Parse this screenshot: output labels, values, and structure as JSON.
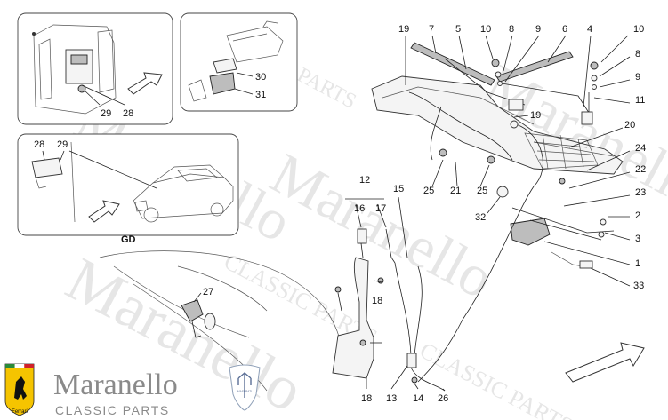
{
  "diagram": {
    "callouts": {
      "inset_a": [
        "29",
        "28"
      ],
      "inset_b": [
        "30",
        "31"
      ],
      "inset_c": [
        "28",
        "29"
      ],
      "top": [
        "19",
        "7",
        "5",
        "10",
        "8",
        "9",
        "6",
        "4",
        "10"
      ],
      "right": [
        "8",
        "9",
        "11",
        "20",
        "24",
        "22",
        "23",
        "2",
        "3",
        "1",
        "33"
      ],
      "mid": [
        "19",
        "25",
        "21",
        "25",
        "32"
      ],
      "reservoir": [
        "12",
        "16",
        "17",
        "15",
        "18",
        "27",
        "18",
        "13",
        "14",
        "26"
      ]
    },
    "section_label": "GD"
  },
  "brand": {
    "name": "Maranello",
    "subtitle": "CLASSIC PARTS",
    "badge": "MASERATI",
    "crest_text": "Ferrari"
  },
  "watermark": {
    "word": "Maranello",
    "sub": "CLASSIC PARTS"
  }
}
